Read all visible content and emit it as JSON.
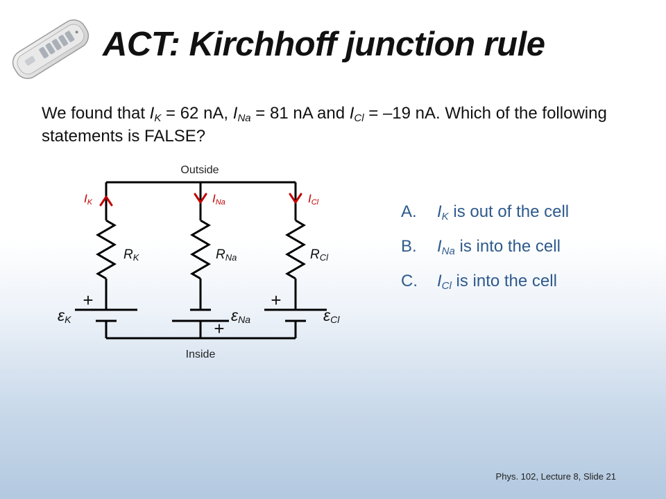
{
  "title": "ACT: Kirchhoff junction rule",
  "question": {
    "p1": "We found that ",
    "ik_var": "I",
    "ik_sub": "K",
    "p2": " = 62 nA, ",
    "ina_var": "I",
    "ina_sub": "Na",
    "p3": " = 81 nA and ",
    "icl_var": "I",
    "icl_sub": "Cl",
    "p4": " = –19 nA. Which of the following statements is FALSE?"
  },
  "circuit": {
    "outside_label": "Outside",
    "inside_label": "Inside",
    "current_symbol": "I",
    "resistor_symbol": "R",
    "emf_symbol": "ε",
    "plus_sign": "+",
    "branches": [
      {
        "sub": "K",
        "current_direction": "up"
      },
      {
        "sub": "Na",
        "current_direction": "down"
      },
      {
        "sub": "Cl",
        "current_direction": "down"
      }
    ],
    "wire_color": "#000000",
    "arrow_color": "#c00000"
  },
  "options": [
    {
      "letter": "A.",
      "var": "I",
      "sub": "K",
      "text": " is out of the cell"
    },
    {
      "letter": "B.",
      "var": "I",
      "sub": "Na",
      "text": " is into the cell"
    },
    {
      "letter": "C.",
      "var": "I",
      "sub": "Cl",
      "text": " is into the cell"
    }
  ],
  "footer": "Phys. 102, Lecture 8, Slide 21",
  "colors": {
    "option_text": "#2e5a8c",
    "arrow": "#c00000"
  }
}
